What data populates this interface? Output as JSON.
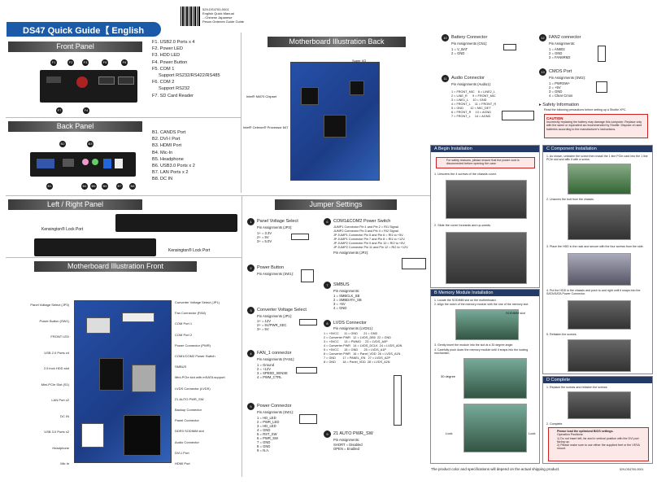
{
  "header": {
    "title": "DS47 Quick Guide【 English 】",
    "barcode_lines": [
      "529-DS4700-0001",
      "English Quick Manual",
      "...Chinese Japanese",
      "Pesos  Ordenes Guide Guide"
    ]
  },
  "front_panel": {
    "title": "Front Panel",
    "items": [
      "F1. USB2.0 Ports x 4",
      "F2. Power LED",
      "F3. HDD LED",
      "F4. Power Button",
      "F5. COM 1",
      "Support RS232/RS422/RS485",
      "F6. COM 2",
      "Support RS232",
      "F7. SD Card Reader"
    ]
  },
  "back_panel": {
    "title": "Back Panel",
    "items": [
      "B1. CANDS Port",
      "B2. DVI-I Port",
      "B3. HDMI Port",
      "B4. Mic-In",
      "B5. Headphone",
      "B6. USB3.0 Ports x 2",
      "B7. LAN Ports x 2",
      "B8. DC IN"
    ]
  },
  "side_panel": {
    "title": "Left / Right Panel",
    "kensington_left": "Kensington® Lock Port",
    "kensington_right": "Kensington® Lock Port"
  },
  "mb_front": {
    "title": "Motherboard Illustration Front",
    "left_labels": [
      "Panel Voltage Select (JP3)",
      "Power Button (SW1)",
      "FRONT LED",
      "USB 2.0 Ports x4",
      "2.5 inch HDD slot",
      "Mini-PCIe Slot (S1)",
      "LAN Port x2",
      "DC IN",
      "USB 3.0 Ports x2",
      "Headphone",
      "Mic In"
    ],
    "right_labels": [
      "Converter Voltage Select (JP1)",
      "Fan Connector (FAN)",
      "COM Port 1",
      "COM Port 2",
      "Power Connector (PWR)",
      "COM1/COM2 Power Switch",
      "SMBUS",
      "Mini-PCIe slot with mSATA support",
      "LVDS Connector (LVDS)",
      "21 AUTO PWR_SW",
      "Backup Connector",
      "Panel Connector",
      "DDR3 SODIMM slot",
      "Audio Connector",
      "DVI-I Port",
      "HDMI Port"
    ]
  },
  "mb_back": {
    "title": "Motherboard Illustration Back",
    "labels": [
      "Intel® NM70 Chipset",
      "Intel® Celeron® Processor 847",
      "Super I/O"
    ]
  },
  "jumper": {
    "title": "Jumper Settings",
    "items": [
      {
        "num": "1",
        "title": "Panel Voltage Select",
        "assign": "Pin Assignments (JP3):",
        "pins": "1+ = 3.3V\n2+ = 5V\n3+ = 5.0V"
      },
      {
        "num": "2",
        "title": "Power Button",
        "assign": "Pin Assignments (SW1):",
        "pins": ""
      },
      {
        "num": "3",
        "title": "Converter Voltage Select",
        "assign": "Pin Assignments (JP1):",
        "pins": "1+ = 12V\n2+ = 5V/PWR_SEC\n3+ = 5V"
      },
      {
        "num": "4",
        "title": "FAN_1 connector",
        "assign": "Pin Assignments (FAN1):",
        "pins": "1 = Ground\n2 = +12V\n3 = SPEED_SENSE\n4 = PWM_CTRL"
      },
      {
        "num": "5",
        "title": "Power Connector",
        "assign": "Pin Assignments (SW1):",
        "pins": "1 = HD_LED\n2 = PWR_LED\n3 = HD_LED\n4 = GND\n5 = RST_SW\n6 = PWR_SW\n7 = GND\n8 = GND\n9 = N.A."
      },
      {
        "num": "6",
        "title": "COM1&COM2 Power Switch",
        "assign": "Pin Assignments (JP2):",
        "pins": "JUMP1 Connector Pin 1 and Pin 2 = RI1 Signal.\nJUMP2 Connector Pin 3 and Pin 4 = RI2 Signal.\nJP JUMP1 Connector Pin 5 and Pin 6 = RI1 to +5V.\nJP JUMP1 Connector Pin 7 and Pin 8 = RI1 to +12V.\nJP JUMP2 Connector Pin 9 and Pin 10 = RI2 to +5V.\nJP JUMP2 Connector Pin 11 and Pin 12 = RI2 to +12V."
      },
      {
        "num": "7",
        "title": "SMBUS",
        "assign": "Pin Assignments:",
        "pins": "1 = SMBCLK_SB\n2 = SMBDATA_SB\n3 = +5V\n4 = GND"
      },
      {
        "num": "8",
        "title": "LVDS Connector",
        "assign": "Pin Assignments (LVDS1):",
        "pins": "1 = +5VCC      11 = GND       21 = GND\n2 = Converter PWR   12 = LVDS_DB0  22 = GND\n3 = +5VCC      13 = PWMO     23 = LVDS_A0P\n4 = Converter PWR   14 = LVDS_DCLK  24 = LVDS_A0N\n5 = +5VCC      15 = GND       25 = LVDS_A1P\n6 = Converter PWR   16 = Panel_VDD  26 = LVDS_A1N\n7 = GND        17 = PANEL_EN   27 = LVDS_A2P\n8 = GND        18 = Panel_VDD  28 = LVDS_A2N"
      },
      {
        "num": "9",
        "title": "21 AUTO PWR_SW",
        "assign": "Pin Assignments:",
        "pins": "SHORT = Disabled\nOPEN = Enabled"
      }
    ]
  },
  "connectors": {
    "battery": {
      "num": "10",
      "title": "Battery Connector",
      "assign": "Pin Assignments (CN1):",
      "pins": "1 = V_BAT\n2 = GND"
    },
    "audio": {
      "num": "11",
      "title": "Audio Connector",
      "assign": "Pin Assignments (Audio1):",
      "pins": "1 = FRONT_MIC    8 = LINE2_L\n2 = LINE_R      9 = FRONT_MIC\n3 = LINE1_L     10 = GND\n4 = FRONT_L     11 = FRONT_R\n5 = GND        12 = MIC_DET\n6 = FRONT_R     13 = AGND\n7 = FRONT_L     14 = AGND"
    },
    "fan2": {
      "num": "12",
      "title": "FAN2 connector",
      "assign": "Pin Assignments:",
      "pins": "1 = AN602\n2 = GND\n3 = FAN6RM2"
    },
    "cmos": {
      "num": "13",
      "title": "CMOS Port",
      "assign": "Pin Assignments (SW2):",
      "pins": "1 = PWRSW+\n2 = +5V\n3 = GND\n4 = Clear Cmos"
    },
    "safety_title": "Safety Information",
    "safety_text": "Read the following precautions before setting up a Shuttle XPC.",
    "caution_title": "CAUTION",
    "caution_text": "Incorrectly replacing the battery may damage this computer. Replace only with the same or equivalent as recommended by Shuttle. Dispose of used batteries according to the manufacturer's instructions."
  },
  "install": {
    "begin": {
      "head": "A  Begin Installation",
      "warn": "For safety reasons, please ensure that the power cord is disconnected before opening the case.",
      "step1": "1. Unscrew the 4 screws of the chassis cover.",
      "step2": "2. Slide the cover forwards and up-wards."
    },
    "component": {
      "head": "C  Component Installation",
      "step1": "1. As shown, unfasten the screw then install the 1 line PCIe card into the 1 line PCIe slot and affix it with a screw.",
      "step2": "2. Unscrew the bolt from the chassis.",
      "step3": "3. Place the HDD in the rack and secure with the four screws from the side.",
      "step4": "4. Put the HDD in the chassis and push to and right until it snaps into the SATA/SATA Power Connector.",
      "step5": "5. Refasten the screws."
    },
    "memory": {
      "head": "B  Memory Module Installation",
      "step1": "1. Locate the SODIMM slot on the motherboard.",
      "step2": "2. Align the notch of the memory module with the one of the memory slot.",
      "step3": "3. Gently insert the module into the slot at a 30 degree angle.",
      "step4": "4. Carefully push down the memory module until it snaps into the locking mechanism.",
      "label": "SODIMM slot",
      "angle": "30 degree",
      "lock": "Lock"
    },
    "complete": {
      "head": "D  Complete",
      "step1": "1. Replace the screws and refasten the screws.",
      "step2": "2. Complete.",
      "notes": "Please load the optimized BIOS settings.",
      "notes2": "Operation Positions:\n1) Do not insert left, far and in vertical position with the DVI port facing up.\n2) Please make sure to use either the supplied feet or the VESA mount."
    }
  },
  "footer": {
    "note": "The product color and specifications will depend on the actual shipping product.",
    "code": "529-DS4700-0001"
  },
  "colors": {
    "accent": "#1b5aa8",
    "panel_dark": "#3a3a3a",
    "red": "#cc2222"
  }
}
